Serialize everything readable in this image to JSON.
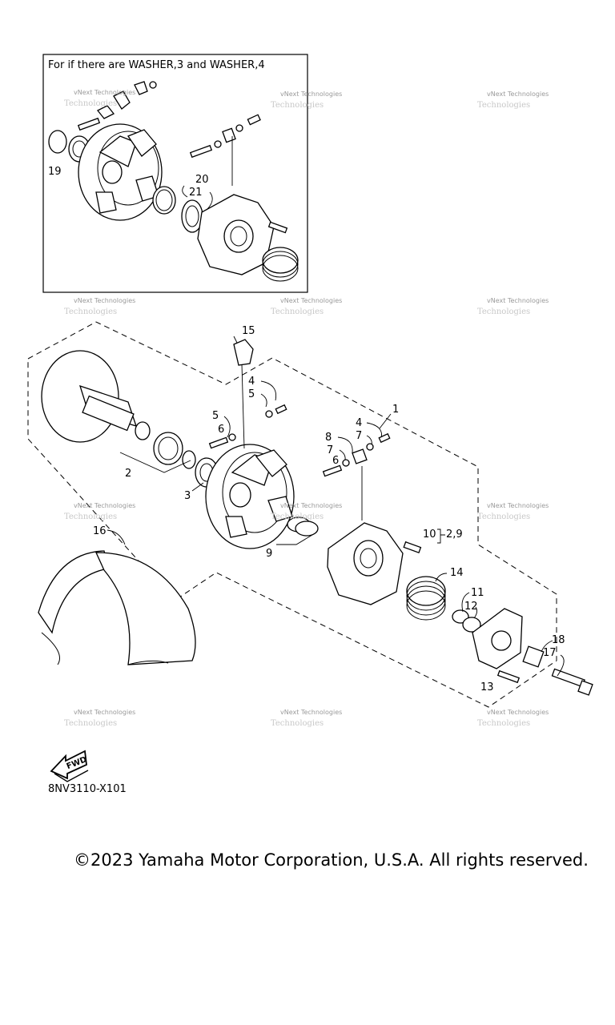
{
  "inset": {
    "title": "For if there are WASHER,3 and WASHER,4"
  },
  "callouts": {
    "c1": "1",
    "c2": "2",
    "c3": "3",
    "c4a": "4",
    "c4b": "4",
    "c5a": "5",
    "c5b": "5",
    "c6a": "6",
    "c6b": "6",
    "c7": "7",
    "c7b": "7",
    "c8": "8",
    "c9": "9",
    "c10": "10",
    "c10ref": "2,9",
    "c11": "11",
    "c12": "12",
    "c13": "13",
    "c14": "14",
    "c15": "15",
    "c16": "16",
    "c17": "17",
    "c18": "18",
    "c19": "19",
    "c20": "20",
    "c21": "21"
  },
  "watermark": {
    "line1": "vNext Technologies",
    "line2": "Technologies"
  },
  "fwd_badge": "FWD",
  "diagram_code": "8NV3110-X101",
  "copyright": "©2023 Yamaha Motor Corporation, U.S.A. All rights reserved.",
  "colors": {
    "ink": "#000000",
    "watermark": "#9a9a9a"
  }
}
